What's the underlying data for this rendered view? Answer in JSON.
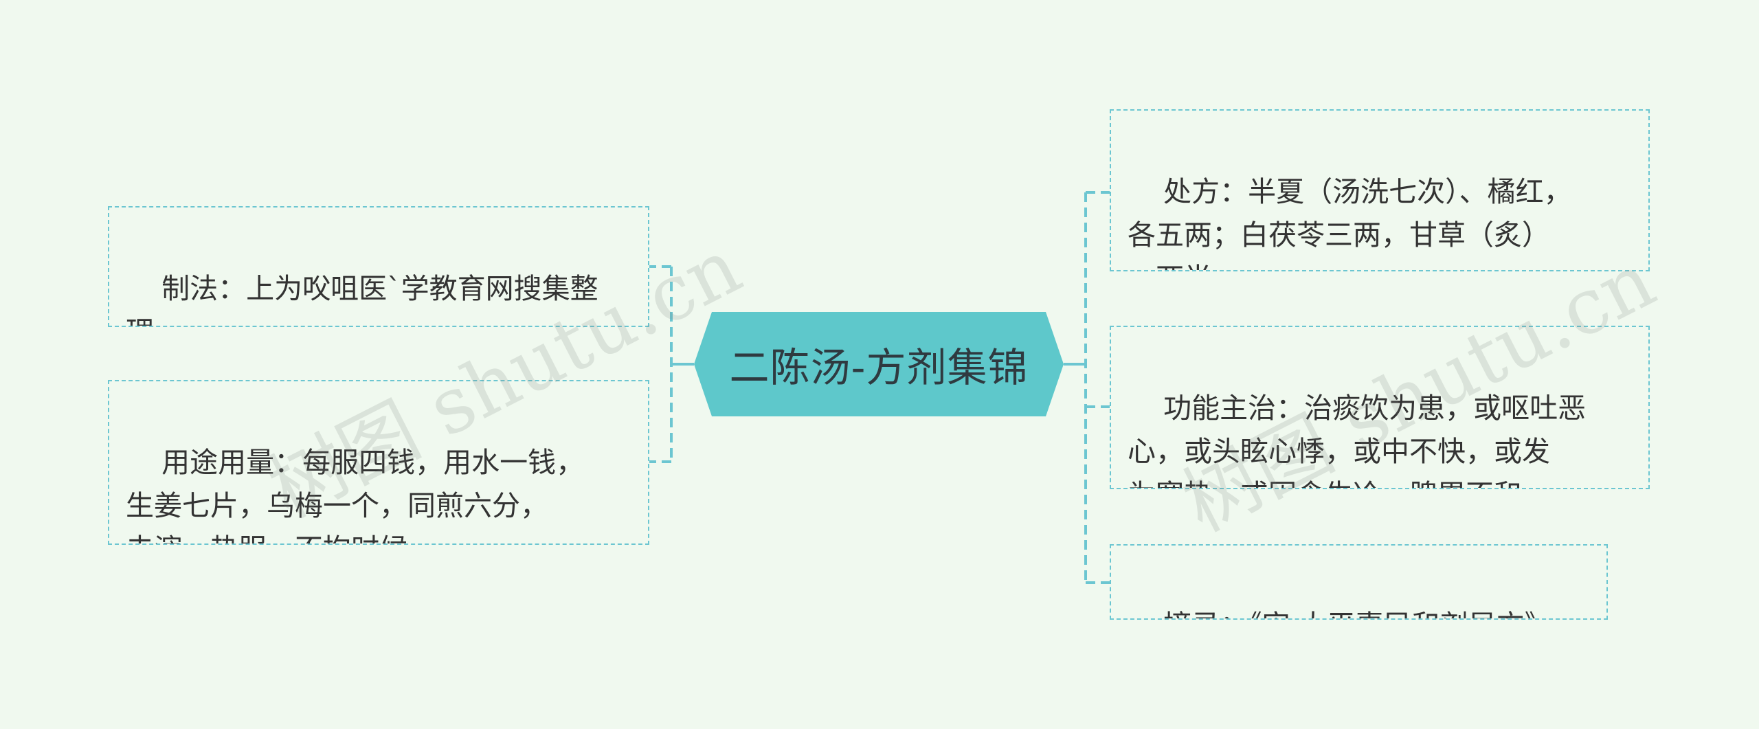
{
  "colors": {
    "background": "#f0f9ef",
    "accent": "#5ec8cb",
    "connector": "#6cc6d1",
    "text": "#333333"
  },
  "root": {
    "label": "二陈汤-方剂集锦"
  },
  "left_nodes": [
    {
      "text": "制法：上为㕮咀医`学教育网搜集整\n理。"
    },
    {
      "text": "用途用量：每服四钱，用水一钱，\n生姜七片，乌梅一个，同煎六分，\n去滓，热服，不拘时候。"
    }
  ],
  "right_nodes": [
    {
      "text": "处方：半夏（汤洗七次）、橘红，\n各五两；白茯苓三两，甘草（炙）\n一两半。"
    },
    {
      "text": "功能主治：治痰饮为患，或呕吐恶\n心，或头眩心悸，或中不快，或发\n为寒热，或因食生冷，脾胃不和。"
    },
    {
      "text": "摘录：《宋·太平惠民和剂局方》"
    }
  ],
  "watermarks": [
    {
      "text": "树图 shutu.cn"
    },
    {
      "text": "树图 shutu.cn"
    }
  ]
}
